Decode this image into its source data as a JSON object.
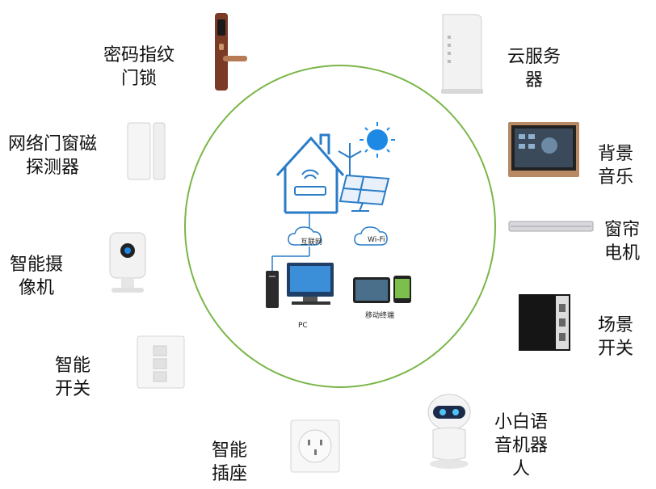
{
  "devices": {
    "lock": "密码指纹\n门锁",
    "cloud_server": "云服务\n器",
    "door_sensor": "网络门窗磁\n探测器",
    "bg_music": "背景\n音乐",
    "curtain": "窗帘\n电机",
    "camera": "智能摄\n像机",
    "scene_switch": "场景\n开关",
    "smart_switch": "智能\n开关",
    "robot": "小白语\n音机器\n人",
    "socket": "智能\n插座"
  },
  "center": {
    "internet_label": "互联网",
    "wifi_label": "Wi-Fi",
    "pc_label": "PC",
    "mobile_label": "移动终端"
  },
  "colors": {
    "circle": "#7ab648",
    "icon_blue": "#2a7cc7",
    "sun": "#1e88e5"
  }
}
